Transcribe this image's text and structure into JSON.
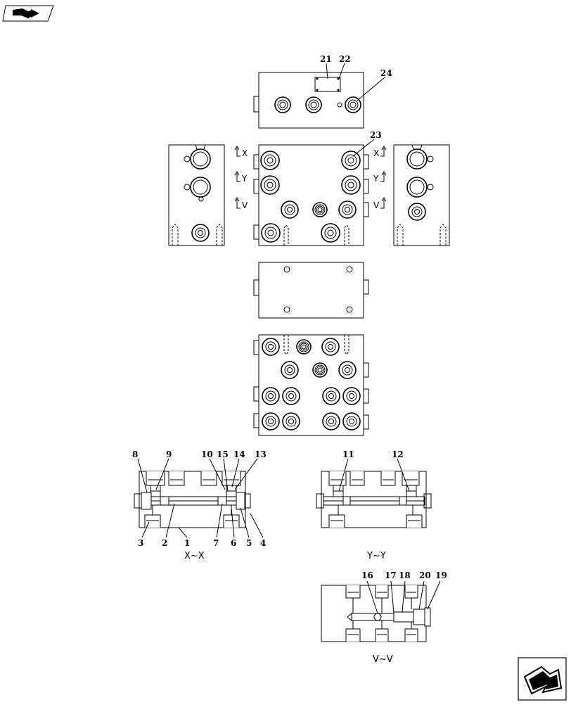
{
  "icons": {
    "top_left": "book-arrow-icon",
    "bottom_right": "next-page-arrow-icon"
  },
  "callouts": {
    "c21": "21",
    "c22": "22",
    "c24": "24",
    "c23": "23",
    "c8": "8",
    "c9": "9",
    "c10": "10",
    "c15": "15",
    "c14": "14",
    "c13": "13",
    "c3": "3",
    "c2": "2",
    "c1": "1",
    "c7": "7",
    "c6": "6",
    "c5": "5",
    "c4": "4",
    "c11": "11",
    "c12": "12",
    "c16": "16",
    "c17": "17",
    "c18": "18",
    "c20": "20",
    "c19": "19"
  },
  "cut_marks": {
    "x_left": "X",
    "y_left": "Y",
    "v_left": "V",
    "x_right": "X",
    "y_right": "Y",
    "v_right": "V"
  },
  "section_labels": {
    "xx": "X∼X",
    "yy": "Y∼Y",
    "vv": "V∼V"
  }
}
